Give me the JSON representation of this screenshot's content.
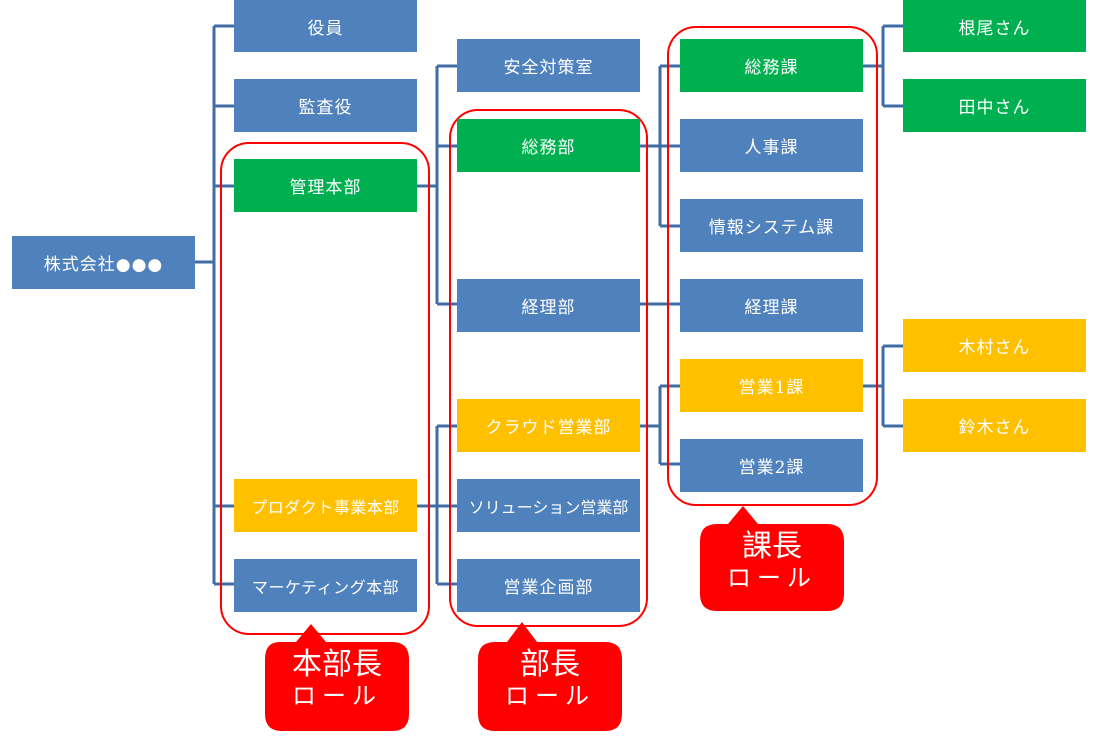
{
  "colors": {
    "blue": "#4f81bd",
    "green": "#00b050",
    "yellow": "#ffc000",
    "role_red": "#ff0000",
    "line": "#3f6ea7"
  },
  "company": "株式会社●●●",
  "level1": [
    {
      "label": "役員",
      "color": "blue"
    },
    {
      "label": "監査役",
      "color": "blue"
    },
    {
      "label": "管理本部",
      "color": "green"
    },
    {
      "label": "プロダクト事業本部",
      "color": "yellow"
    },
    {
      "label": "マーケティング本部",
      "color": "blue"
    }
  ],
  "level2": [
    {
      "label": "安全対策室",
      "color": "blue"
    },
    {
      "label": "総務部",
      "color": "green"
    },
    {
      "label": "経理部",
      "color": "blue"
    },
    {
      "label": "クラウド営業部",
      "color": "yellow"
    },
    {
      "label": "ソリューション営業部",
      "color": "blue"
    },
    {
      "label": "営業企画部",
      "color": "blue"
    }
  ],
  "level3": [
    {
      "label": "総務課",
      "color": "green"
    },
    {
      "label": "人事課",
      "color": "blue"
    },
    {
      "label": "情報システム課",
      "color": "blue"
    },
    {
      "label": "経理課",
      "color": "blue"
    },
    {
      "label": "営業1課",
      "color": "yellow"
    },
    {
      "label": "営業2課",
      "color": "blue"
    }
  ],
  "level4": [
    {
      "label": "根尾さん",
      "color": "green"
    },
    {
      "label": "田中さん",
      "color": "green"
    },
    {
      "label": "木村さん",
      "color": "yellow"
    },
    {
      "label": "鈴木さん",
      "color": "yellow"
    }
  ],
  "roles": [
    {
      "title": "本部長",
      "subtitle": "ロール"
    },
    {
      "title": "部長",
      "subtitle": "ロール"
    },
    {
      "title": "課長",
      "subtitle": "ロール"
    }
  ]
}
